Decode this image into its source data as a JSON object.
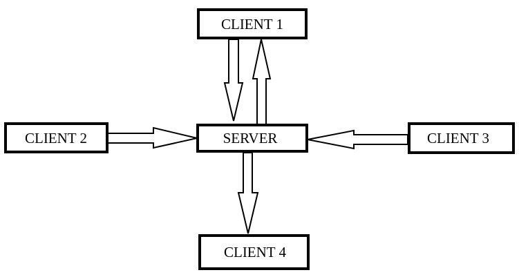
{
  "nodes": {
    "client1": "CLIENT 1",
    "client2": "CLIENT 2",
    "client3": "CLIENT 3",
    "client4": "CLIENT 4",
    "server": "SERVER"
  }
}
